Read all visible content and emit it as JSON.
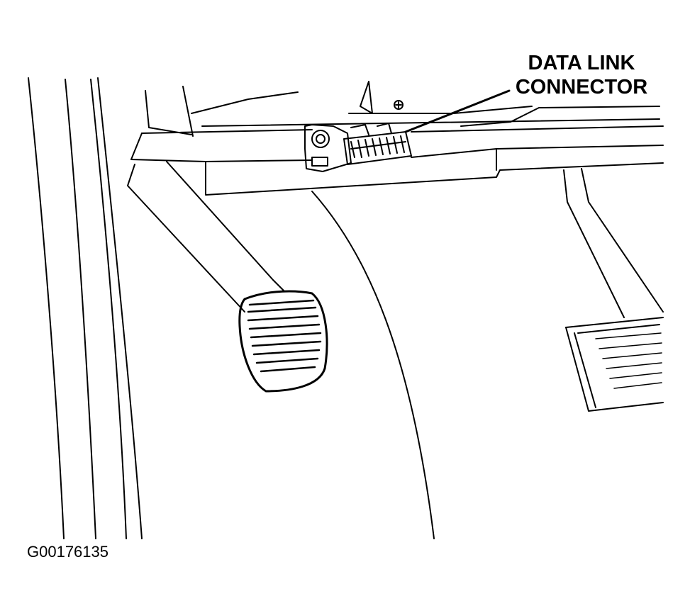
{
  "callout": {
    "line1": "DATA LINK",
    "line2": "CONNECTOR"
  },
  "figure_id": "G00176135",
  "colors": {
    "ink": "#000000",
    "paper": "#ffffff"
  }
}
